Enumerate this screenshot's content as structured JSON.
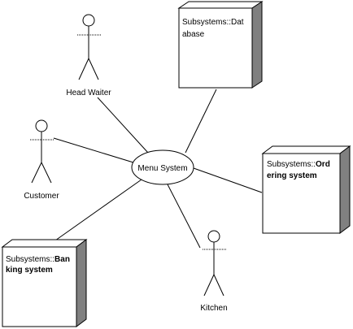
{
  "diagram": {
    "use_case": {
      "label": "Menu System"
    },
    "actors": [
      {
        "id": "head-waiter",
        "label": "Head Waiter"
      },
      {
        "id": "customer",
        "label": "Customer"
      },
      {
        "id": "kitchen",
        "label": "Kitchen"
      }
    ],
    "nodes": [
      {
        "id": "database",
        "line1_prefix": "Subsystems::Dat",
        "line1_bold": "",
        "line2": "abase",
        "line2_bold": false
      },
      {
        "id": "ordering",
        "line1_prefix": "Subsystems::",
        "line1_bold": "Ord",
        "line2": "ering system",
        "line2_bold": true
      },
      {
        "id": "banking",
        "line1_prefix": "Subsystems::",
        "line1_bold": "Ban",
        "line2": "king system",
        "line2_bold": true
      }
    ],
    "colors": {
      "line": "#000000",
      "node_side": "#808080",
      "node_face": "#ffffff"
    }
  }
}
